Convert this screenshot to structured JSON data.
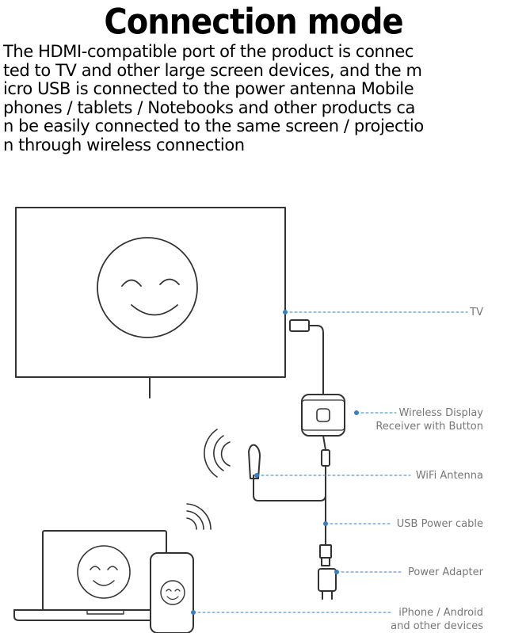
{
  "title": "Connection mode",
  "intro_lines": [
    "The HDMI-compatible port of the product is connec",
    "ted to TV and other large screen devices, and the m",
    "icro USB is connected to the power antenna Mobile",
    "phones / tablets / Notebooks and other products ca",
    "n be easily connected to the same screen / projectio",
    "n through wireless connection"
  ],
  "labels": {
    "tv": "TV",
    "receiver_line1": "Wireless Display",
    "receiver_line2": "Receiver with Button",
    "antenna": "WiFi Antenna",
    "usb_cable": "USB Power cable",
    "adapter": "Power Adapter",
    "devices_line1": "iPhone / Android",
    "devices_line2": "and other devices"
  },
  "colors": {
    "line": "#333333",
    "leader": "#3a7fc1",
    "label": "#777777"
  },
  "icons": [
    "tv-icon",
    "smiley-icon",
    "hdmi-plug-icon",
    "receiver-icon",
    "antenna-icon",
    "wifi-signal-icon",
    "usb-plug-icon",
    "power-adapter-icon",
    "laptop-icon",
    "phone-icon"
  ]
}
